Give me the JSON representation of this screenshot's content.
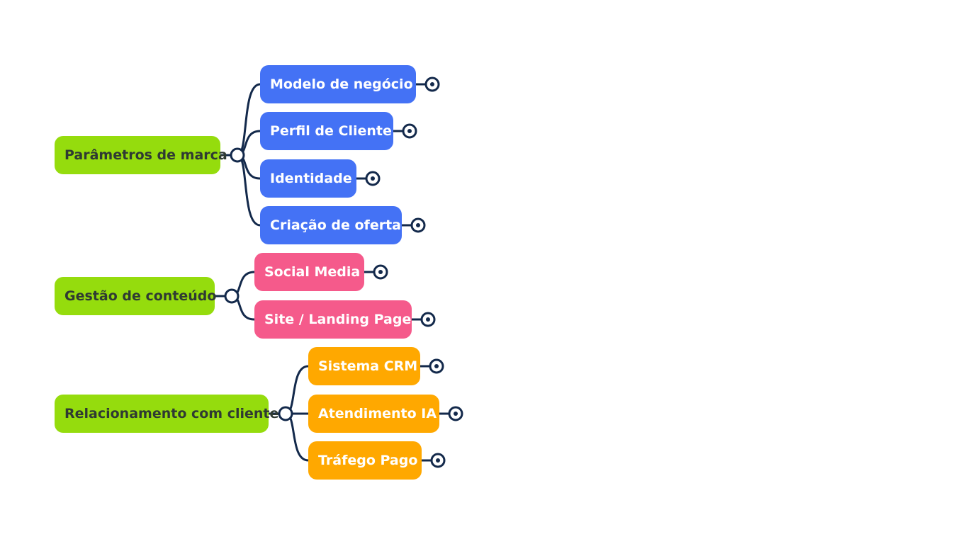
{
  "colors": {
    "root": "#95dc0d",
    "line": "#13294b",
    "categories": [
      "#4472f5",
      "#f55a8b",
      "#ffa800"
    ]
  },
  "groups": [
    {
      "label": "Parâmetros de marca",
      "children": [
        {
          "label": "Modelo de negócio"
        },
        {
          "label": "Perfil de Cliente"
        },
        {
          "label": "Identidade"
        },
        {
          "label": "Criação de oferta"
        }
      ]
    },
    {
      "label": "Gestão de conteúdo",
      "children": [
        {
          "label": "Social Media"
        },
        {
          "label": "Site / Landing Page"
        }
      ]
    },
    {
      "label": "Relacionamento com cliente",
      "children": [
        {
          "label": "Sistema CRM"
        },
        {
          "label": "Atendimento IA"
        },
        {
          "label": "Tráfego Pago"
        }
      ]
    }
  ]
}
